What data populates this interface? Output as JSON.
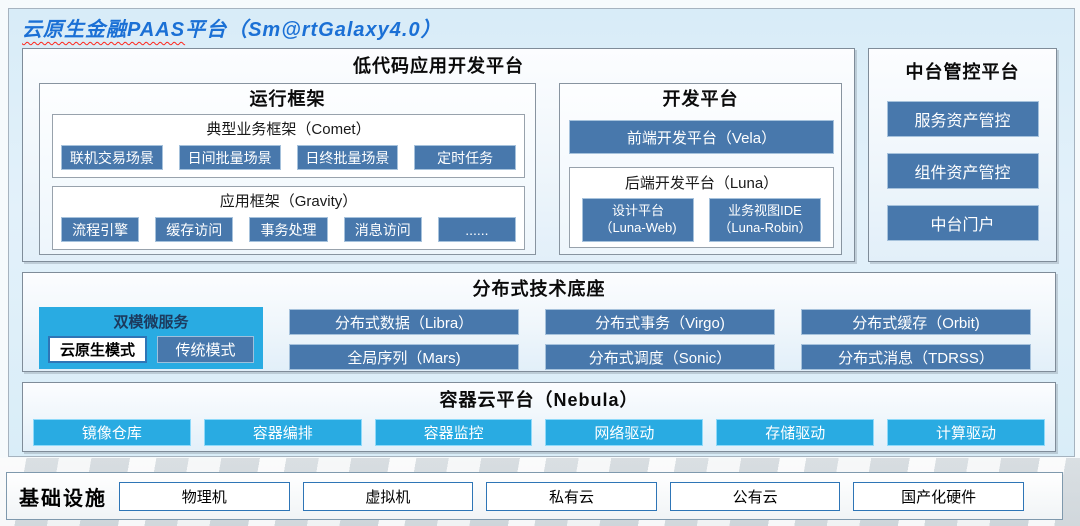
{
  "header": {
    "title_marked": "云原生金融PAAS",
    "title_rest": "平台（Sm@rtGalaxy4.0）"
  },
  "low_code": {
    "title": "低代码应用开发平台",
    "runtime": {
      "title": "运行框架",
      "comet": {
        "title": "典型业务框架（Comet）",
        "items": [
          "联机交易场景",
          "日间批量场景",
          "日终批量场景",
          "定时任务"
        ]
      },
      "gravity": {
        "title": "应用框架（Gravity）",
        "items": [
          "流程引擎",
          "缓存访问",
          "事务处理",
          "消息访问",
          "......"
        ]
      }
    },
    "dev": {
      "title": "开发平台",
      "vela": "前端开发平台（Vela）",
      "luna": {
        "title": "后端开发平台（Luna）",
        "items": [
          {
            "line1": "设计平台",
            "line2": "（Luna-Web)"
          },
          {
            "line1": "业务视图IDE",
            "line2": "（Luna-Robin）"
          }
        ]
      }
    }
  },
  "middle_platform": {
    "title": "中台管控平台",
    "items": [
      "服务资产管控",
      "组件资产管控",
      "中台门户"
    ]
  },
  "distributed": {
    "title": "分布式技术底座",
    "dual_mode": {
      "title": "双模微服务",
      "modes": [
        "云原生模式",
        "传统模式"
      ]
    },
    "columns": [
      [
        "分布式数据（Libra）",
        "全局序列（Mars)"
      ],
      [
        "分布式事务（Virgo)",
        "分布式调度（Sonic）"
      ],
      [
        "分布式缓存（Orbit)",
        "分布式消息（TDRSS）"
      ]
    ]
  },
  "container_cloud": {
    "title": "容器云平台（Nebula）",
    "items": [
      "镜像仓库",
      "容器编排",
      "容器监控",
      "网络驱动",
      "存储驱动",
      "计算驱动"
    ]
  },
  "infrastructure": {
    "title": "基础设施",
    "items": [
      "物理机",
      "虚拟机",
      "私有云",
      "公有云",
      "国产化硬件"
    ]
  },
  "colors": {
    "title_blue": "#1b70d5",
    "steel_blue": "#4878ac",
    "cyan": "#29abe2",
    "background_blue": "#d9edf8"
  }
}
